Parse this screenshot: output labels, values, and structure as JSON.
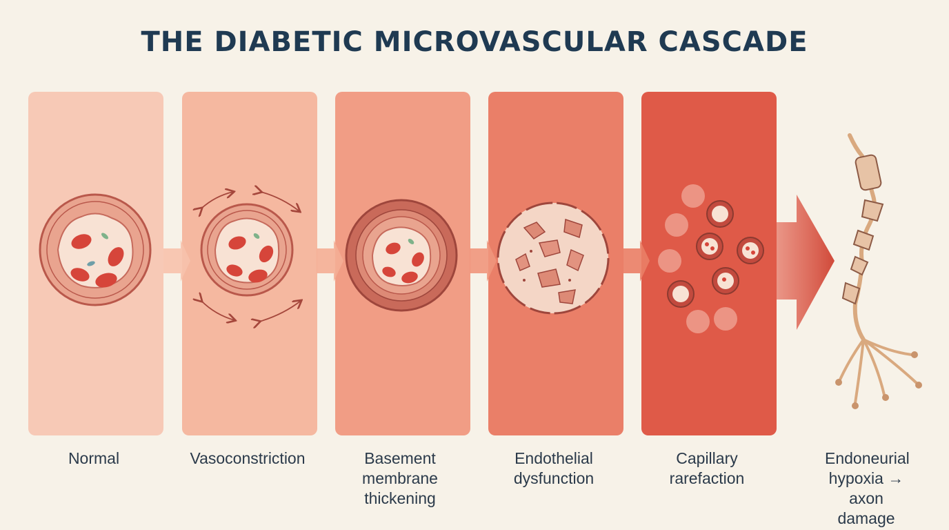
{
  "title": "THE DIABETIC MICROVASCULAR CASCADE",
  "stages": [
    {
      "label": "Normal",
      "color": "#f7c9b6"
    },
    {
      "label": "Vasoconstriction",
      "color": "#f5b8a0"
    },
    {
      "label": "Basement membrane thickening",
      "color": "#f19d85"
    },
    {
      "label": "Endothelial dysfunction",
      "color": "#ea7f68"
    },
    {
      "label": "Capillary rarefaction",
      "color": "#df5a48"
    },
    {
      "label": "Endoneurial hypoxia → axon damage",
      "color": "#f7f2e8"
    }
  ],
  "colors": {
    "title": "#1f3a52",
    "vessel_wall": "#c66a5c",
    "rbc": "#d6453a",
    "nerve": "#d9a97f"
  }
}
